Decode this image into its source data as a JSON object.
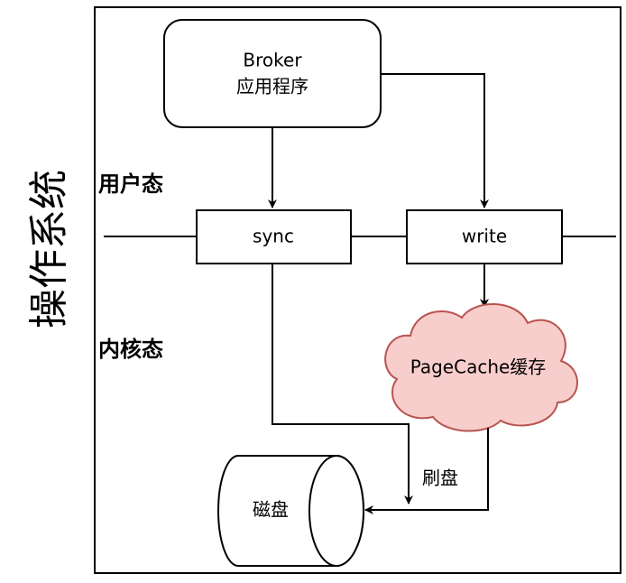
{
  "diagram": {
    "os_title": "操作系统",
    "user_mode": "用户态",
    "kernel_mode": "内核态",
    "broker": {
      "line1": "Broker",
      "line2": "应用程序"
    },
    "sync": "sync",
    "write": "write",
    "pagecache": "PageCache缓存",
    "flush": "刷盘",
    "disk": "磁盘"
  },
  "colors": {
    "line": "#000000",
    "background": "#ffffff",
    "cloud_fill": "#f8cecc",
    "cloud_stroke": "#b85450"
  }
}
